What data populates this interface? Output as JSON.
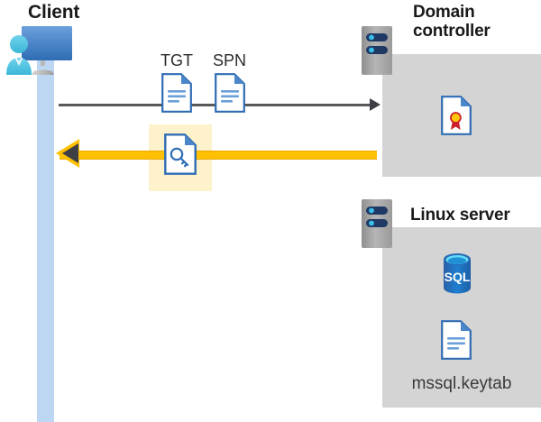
{
  "diagram": {
    "type": "kerberos-authentication-flow",
    "title_client": "Client",
    "title_domain_controller": "Domain controller",
    "title_linux_server": "Linux server"
  },
  "client": {
    "label": "Client",
    "icon": "user-monitor-icon",
    "lifeline_color": "#bdd7f3"
  },
  "messages": {
    "request": {
      "label_tgt": "TGT",
      "label_spn": "SPN",
      "direction": "client-to-domain-controller",
      "line_color": "#595959",
      "doc_icon": "document-icon"
    },
    "response": {
      "direction": "domain-controller-to-client",
      "line_color": "#ffc000",
      "doc_icon": "key-document-icon",
      "highlight_color": "#fdf2cc"
    }
  },
  "domain_controller": {
    "title": "Domain controller",
    "server_icon": "server-rack-icon",
    "panel_color": "#d4d4d4",
    "contents": [
      {
        "icon": "certificate-document-icon",
        "label": ""
      }
    ]
  },
  "linux_server": {
    "title": "Linux server",
    "server_icon": "server-rack-icon",
    "panel_color": "#d4d4d4",
    "contents": [
      {
        "icon": "sql-database-icon",
        "label": "SQL"
      },
      {
        "icon": "document-icon",
        "label": "mssql.keytab"
      }
    ],
    "sql_label": "SQL",
    "keytab_label": "mssql.keytab"
  }
}
